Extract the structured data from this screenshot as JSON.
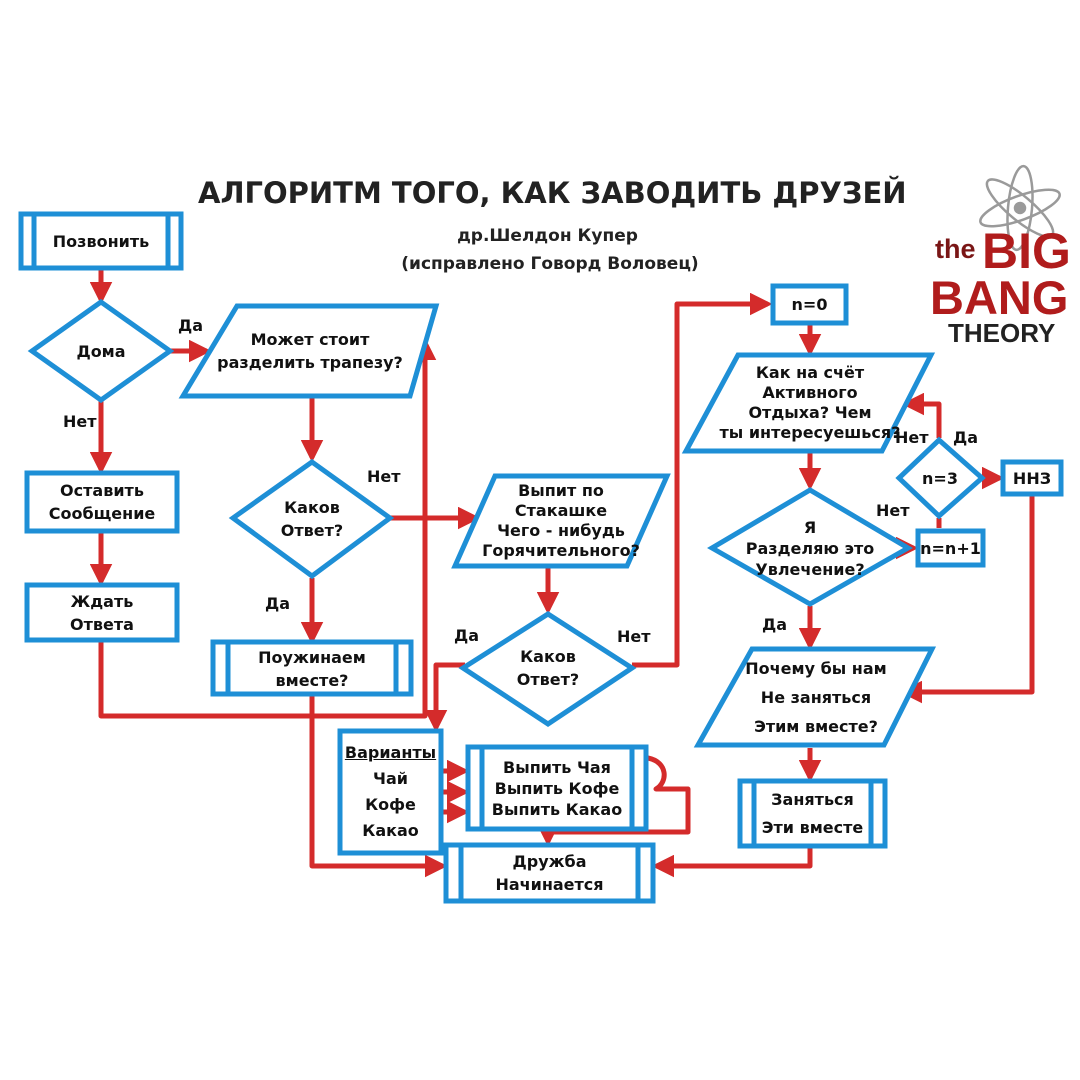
{
  "title": "АЛГОРИТМ ТОГО, КАК ЗАВОДИТЬ ДРУЗЕЙ",
  "author": "др.Шелдон Купер",
  "edited": "(исправлено Говорд Воловец)",
  "logo": {
    "the": "the",
    "big": "BIG",
    "bang": "BANG",
    "theory": "THEORY"
  },
  "colors": {
    "box": "#1e8fd6",
    "arrow": "#d42b2b",
    "text": "#111111"
  },
  "nodes": {
    "call": "Позвонить",
    "home": "Дома",
    "share_meal": [
      "Может стоит",
      "разделить трапезу?"
    ],
    "answer1": [
      "Каков",
      "Ответ?"
    ],
    "dinner": [
      "Поужинаем",
      "вместе?"
    ],
    "leave_msg": [
      "Оставить",
      "Сообщение"
    ],
    "wait": [
      "Ждать",
      "Ответа"
    ],
    "hot_drink": [
      "Выпит по",
      "Стакашке",
      "Чего - нибудь",
      "Горячительного?"
    ],
    "answer2": [
      "Каков",
      "Ответ?"
    ],
    "variants_title": "Варианты",
    "variants": [
      "Чай",
      "Кофе",
      "Какао"
    ],
    "drinks": [
      "Выпить Чая",
      "Выпить Кофе",
      "Выпить Какао"
    ],
    "friendship": [
      "Дружба",
      "Начинается"
    ],
    "n0": "n=0",
    "hobby": [
      "Как на счёт",
      "Активного",
      "Отдыха? Чем",
      "ты интересуешься?"
    ],
    "n3": "n=3",
    "hnz": "ННЗ",
    "share_hobby": [
      "Я",
      "Разделяю это",
      "Увлечение?"
    ],
    "inc": "n=n+1",
    "why_not": [
      "Почему бы нам",
      "Не заняться",
      "Этим вместе?"
    ],
    "do_together": [
      "Заняться",
      "Эти вместе"
    ]
  },
  "edges": {
    "yes": "Да",
    "no": "Нет"
  }
}
